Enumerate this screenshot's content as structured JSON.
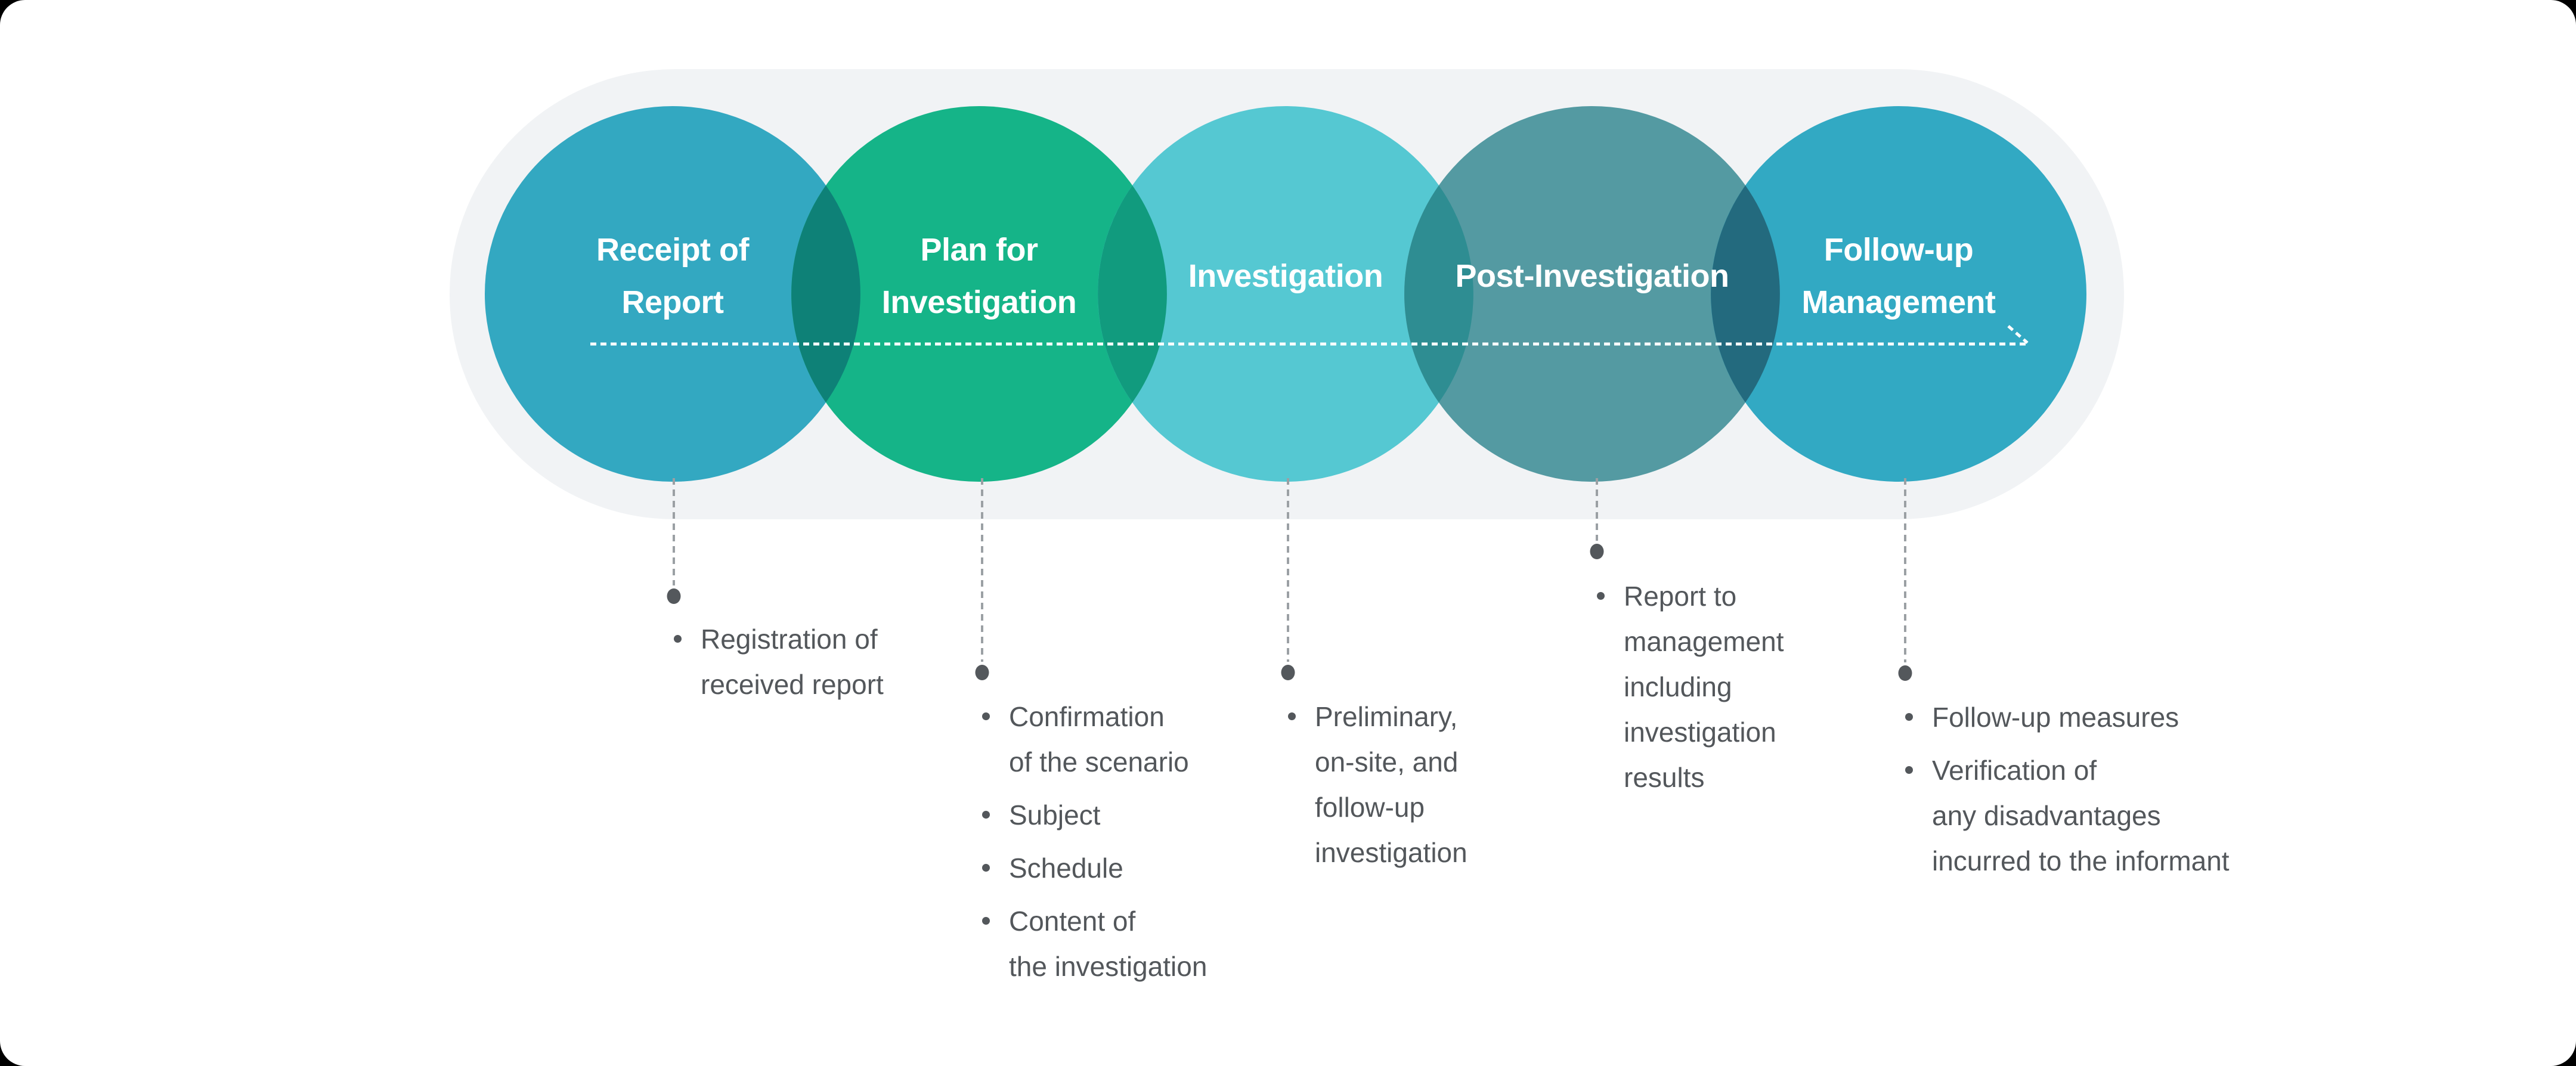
{
  "palette": {
    "frame_bg": "#000000",
    "canvas_bg": "#ffffff",
    "pill_bg": "#f1f3f5",
    "title_text": "#ffffff",
    "body_text": "#53575b",
    "connector_gray": "#9ba0a4",
    "dot_gray": "#54585c",
    "arrow_white": "#ffffff"
  },
  "stages": [
    {
      "name": "receipt-of-report",
      "title_lines": [
        "Receipt of",
        "Report"
      ],
      "circle_color": "#33a8c1",
      "items": [
        {
          "lines": [
            "Registration of",
            "received report"
          ]
        }
      ]
    },
    {
      "name": "plan-for-investigation",
      "title_lines": [
        "Plan for",
        "Investigation"
      ],
      "circle_color": "#15b488",
      "items": [
        {
          "lines": [
            "Confirmation",
            "of the scenario"
          ]
        },
        {
          "lines": [
            "Subject"
          ]
        },
        {
          "lines": [
            "Schedule"
          ]
        },
        {
          "lines": [
            "Content of",
            "the investigation"
          ]
        }
      ]
    },
    {
      "name": "investigation",
      "title_lines": [
        "Investigation"
      ],
      "circle_color": "#55c8d2",
      "items": [
        {
          "lines": [
            "Preliminary,",
            "on-site, and",
            "follow-up",
            "investigation"
          ]
        }
      ]
    },
    {
      "name": "post-investigation",
      "title_lines": [
        "Post-Investigation"
      ],
      "circle_color": "#549aa2",
      "items": [
        {
          "lines": [
            "Report to",
            "management",
            "including",
            "investigation",
            "results"
          ]
        }
      ]
    },
    {
      "name": "follow-up-management",
      "title_lines": [
        "Follow-up",
        "Management"
      ],
      "circle_color": "#32a9c3",
      "items": [
        {
          "lines": [
            "Follow-up measures"
          ]
        },
        {
          "lines": [
            "Verification of",
            "any disadvantages",
            "incurred to the informant"
          ]
        }
      ]
    }
  ],
  "overlap_colors": [
    "#0e8177",
    "#119b7e",
    "#2e8d92",
    "#236a7e"
  ]
}
